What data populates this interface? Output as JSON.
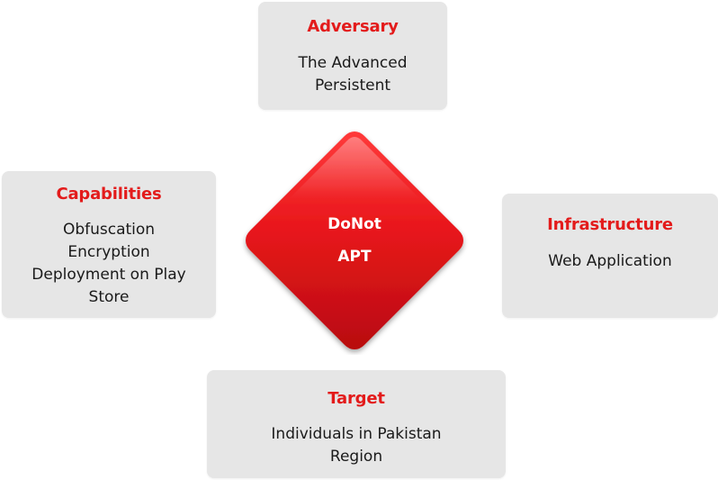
{
  "diagram": {
    "center": {
      "lines": [
        "DoNot",
        "APT"
      ],
      "color": "#e8161b"
    },
    "adversary": {
      "title": "Adversary",
      "lines": [
        "The Advanced",
        "Persistent"
      ]
    },
    "capabilities": {
      "title": "Capabilities",
      "lines": [
        "Obfuscation",
        "Encryption",
        "Deployment on Play",
        "Store"
      ]
    },
    "infrastructure": {
      "title": "Infrastructure",
      "lines": [
        "Web Application"
      ]
    },
    "target": {
      "title": "Target",
      "lines": [
        "Individuals in Pakistan",
        "Region"
      ]
    },
    "colors": {
      "title_red": "#e31b1b",
      "box_gray": "#e6e6e6"
    }
  }
}
